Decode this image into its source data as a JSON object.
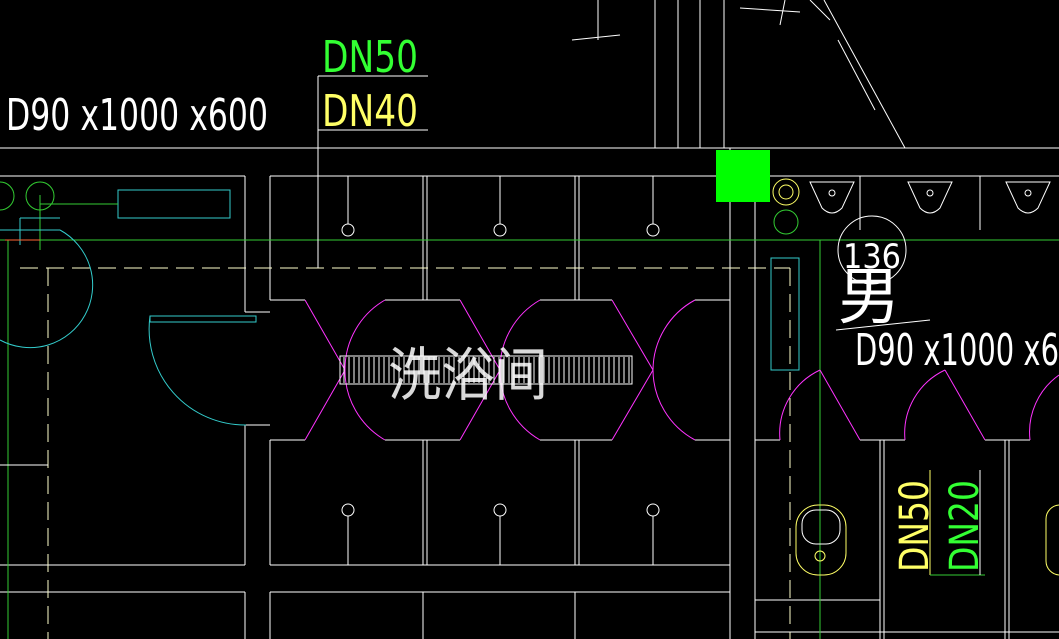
{
  "colors": {
    "background": "#000000",
    "wall": "#ffffff",
    "pipe_green": "#33cc33",
    "door_magenta": "#ff33ff",
    "cyan": "#33cccc",
    "yellow": "#ffff66",
    "marker_green": "#00ff00"
  },
  "labels": {
    "pipe_size_top_green": "DN50",
    "pipe_size_top_yellow": "DN40",
    "fixture_left": "D90 x1000 x600",
    "fixture_right": "D90 x1000 x6",
    "room_shower": "洗浴间",
    "room_male": "男",
    "tag_number": "136",
    "pipe_vertical_yellow": "DN50",
    "pipe_vertical_green": "DN20"
  }
}
